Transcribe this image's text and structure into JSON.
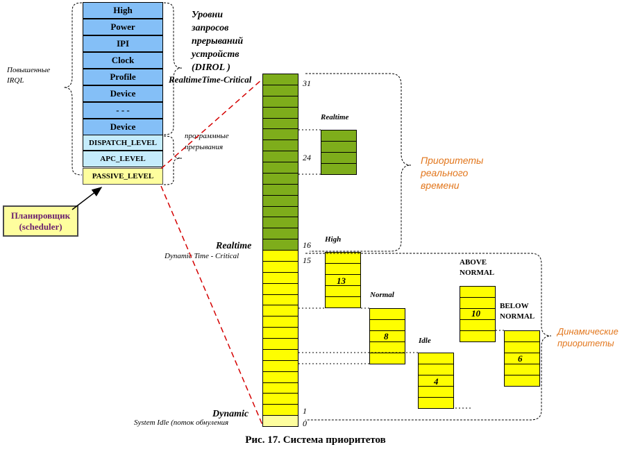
{
  "irql_levels": [
    {
      "label": "High",
      "kind": "hw"
    },
    {
      "label": "Power",
      "kind": "hw"
    },
    {
      "label": "IPI",
      "kind": "hw"
    },
    {
      "label": "Clock",
      "kind": "hw"
    },
    {
      "label": "Profile",
      "kind": "hw"
    },
    {
      "label": "Device",
      "kind": "hw"
    },
    {
      "label": "- - -",
      "kind": "hw"
    },
    {
      "label": "Device",
      "kind": "hw"
    },
    {
      "label": "DISPATCH_LEVEL",
      "kind": "sw"
    },
    {
      "label": "APC_LEVEL",
      "kind": "sw"
    },
    {
      "label": "PASSIVE_LEVEL",
      "kind": "pass"
    }
  ],
  "labels": {
    "dirol_lines": [
      "Уровни",
      "запросов",
      "прерываний",
      "устройств",
      "(DIROL )"
    ],
    "raised_irql_lines": [
      "Повышенные",
      "IRQL"
    ],
    "software_interrupts_lines": [
      "программные",
      "прерывания"
    ],
    "scheduler_lines": [
      "Планировщик",
      "(scheduler)"
    ],
    "realtime_time_critical": "RealtimeTime-Critical",
    "realtime": "Realtime",
    "dynamic_time_critical": "Dynamic Time - Critical",
    "dynamic": "Dynamic",
    "system_idle": "System Idle (поток обнуления",
    "realtime_priorities_lines": [
      "Приоритеты",
      "реального",
      "времени"
    ],
    "dynamic_priorities_lines": [
      "Динамические",
      "приоритеты"
    ],
    "caption": "Рис. 17. Система приоритетов"
  },
  "priority_numbers": {
    "n31": "31",
    "n24": "24",
    "n16": "16",
    "n15": "15",
    "n1": "1",
    "n0": "0"
  },
  "groups": [
    {
      "id": "realtime",
      "title": "Realtime",
      "value": null,
      "color": "#7ead1b"
    },
    {
      "id": "high",
      "title": "High",
      "value": "13",
      "color": "#fefe00"
    },
    {
      "id": "normal",
      "title": "Normal",
      "value": "8",
      "color": "#fefe00"
    },
    {
      "id": "idle",
      "title": "Idle",
      "value": "4",
      "color": "#fefe00"
    },
    {
      "id": "above-normal",
      "title_lines": [
        "ABOVE",
        "NORMAL"
      ],
      "value": "10",
      "color": "#fefe00"
    },
    {
      "id": "below-normal",
      "title_lines": [
        "BELOW",
        "NORMAL"
      ],
      "value": "6",
      "color": "#fefe00"
    }
  ],
  "colors": {
    "hardware_irql": "#84bff7",
    "software_irql": "#c5ecfc",
    "passive": "#fefe9e",
    "realtime_green": "#7ead1b",
    "dynamic_yellow": "#fefe00",
    "system_idle": "#fefe9e",
    "connector_red": "#d40000",
    "label_orange": "#e2761c"
  }
}
